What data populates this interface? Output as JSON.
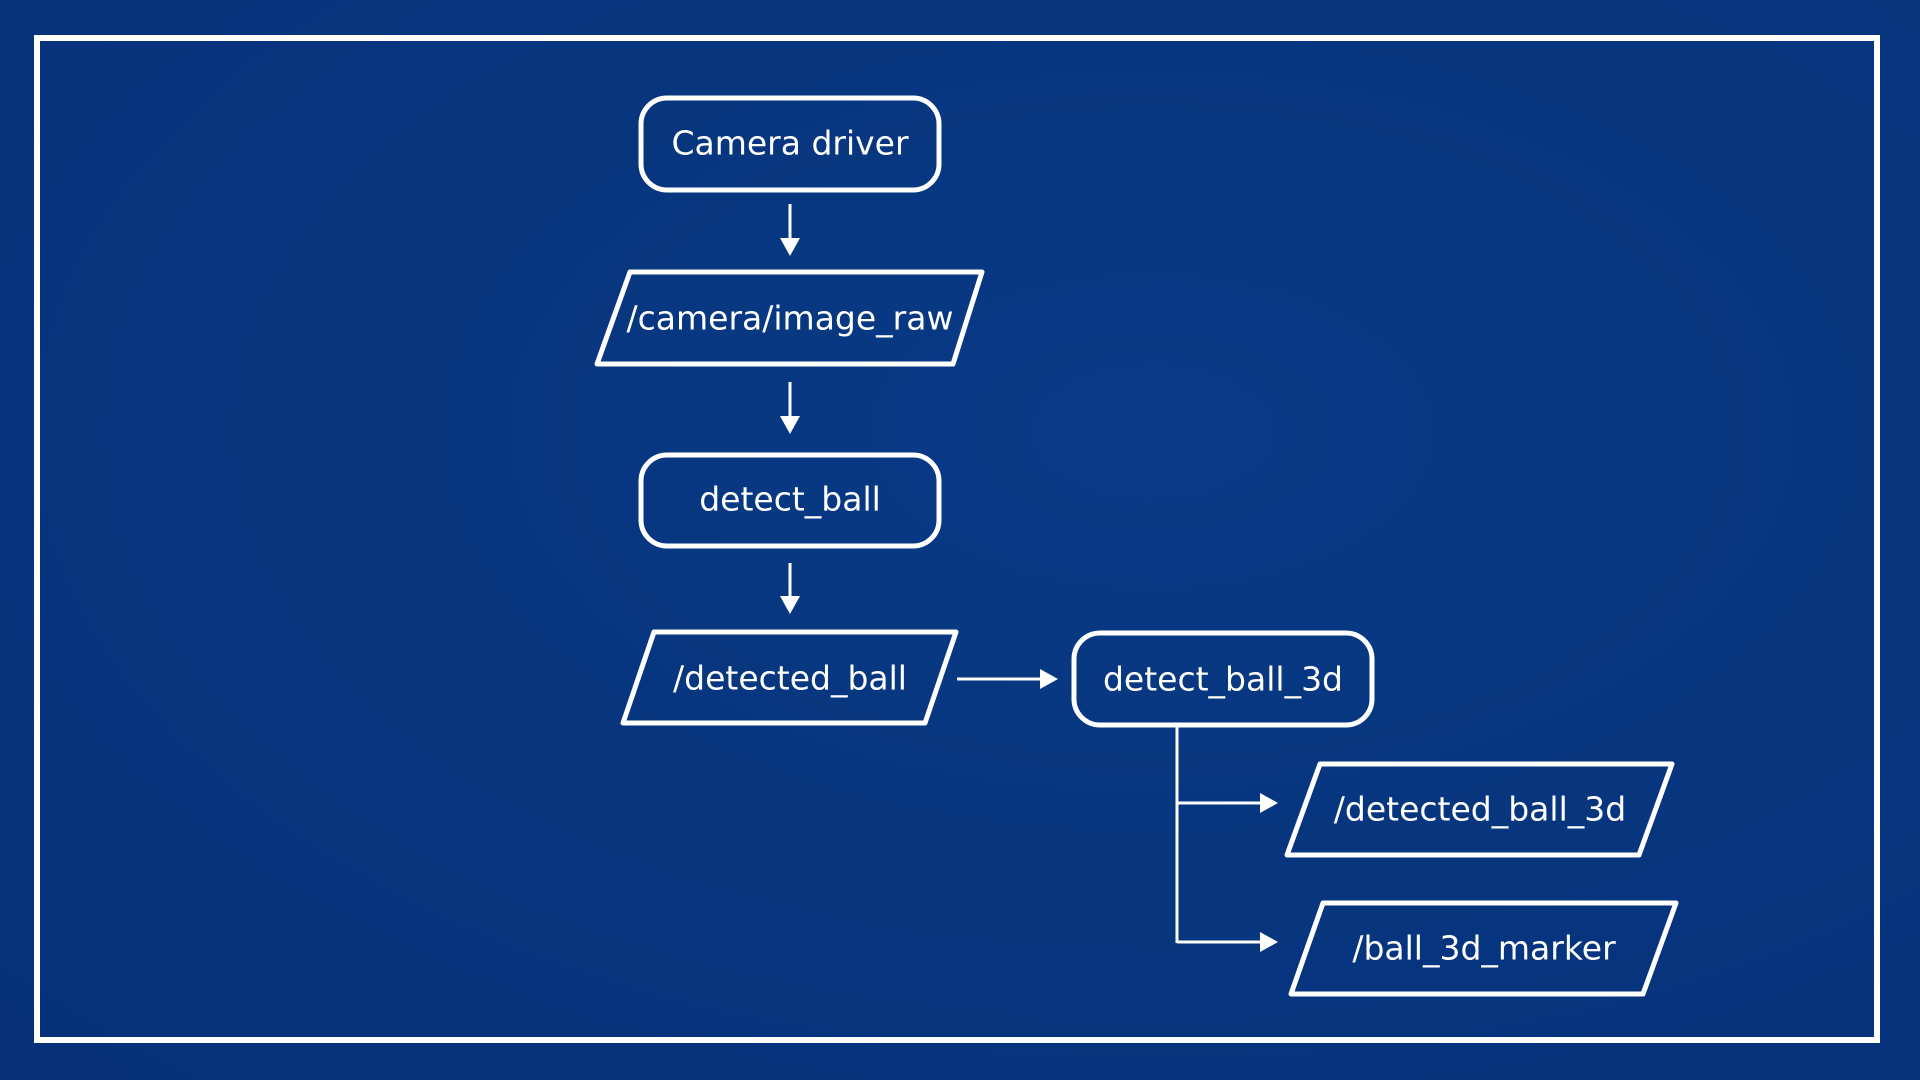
{
  "colors": {
    "background": "#07367f",
    "stroke": "#ffffff",
    "text": "#ffffff"
  },
  "diagram": {
    "nodes": [
      {
        "id": "camera-driver",
        "kind": "process",
        "label": "Camera driver"
      },
      {
        "id": "camera-image-raw",
        "kind": "topic",
        "label": "/camera/image_raw"
      },
      {
        "id": "detect-ball",
        "kind": "process",
        "label": "detect_ball"
      },
      {
        "id": "detected-ball",
        "kind": "topic",
        "label": "/detected_ball"
      },
      {
        "id": "detect-ball-3d",
        "kind": "process",
        "label": "detect_ball_3d"
      },
      {
        "id": "detected-ball-3d",
        "kind": "topic",
        "label": "/detected_ball_3d"
      },
      {
        "id": "ball-3d-marker",
        "kind": "topic",
        "label": "/ball_3d_marker"
      }
    ],
    "edges": [
      {
        "from": "camera-driver",
        "to": "camera-image-raw"
      },
      {
        "from": "camera-image-raw",
        "to": "detect-ball"
      },
      {
        "from": "detect-ball",
        "to": "detected-ball"
      },
      {
        "from": "detected-ball",
        "to": "detect-ball-3d"
      },
      {
        "from": "detect-ball-3d",
        "to": "detected-ball-3d"
      },
      {
        "from": "detect-ball-3d",
        "to": "ball-3d-marker"
      }
    ]
  }
}
